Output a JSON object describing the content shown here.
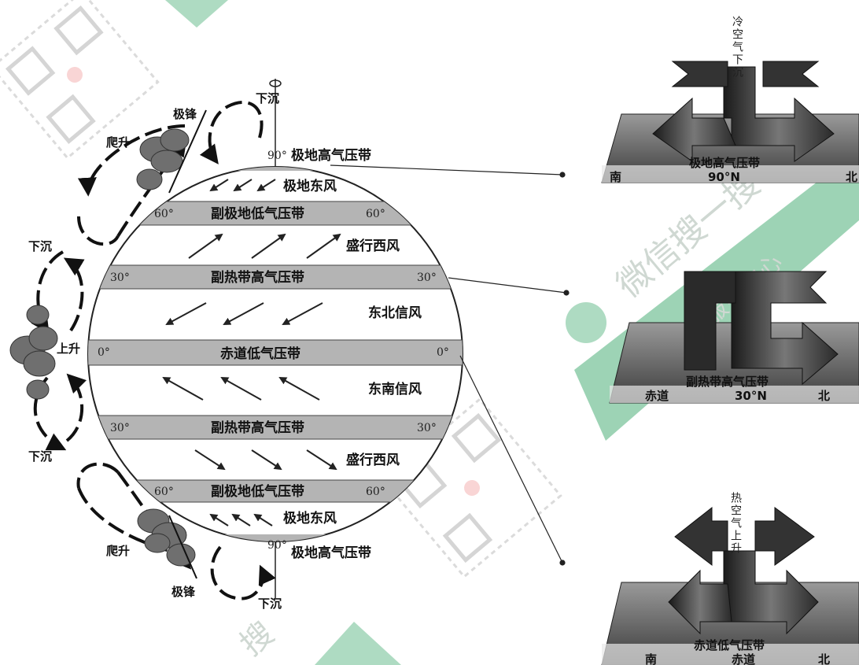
{
  "globe": {
    "belts": {
      "polar_high_n": "极地高气压带",
      "subpolar_low_n": "副极地低气压带",
      "subtropical_high_n": "副热带高气压带",
      "equatorial_low": "赤道低气压带",
      "subtropical_high_s": "副热带高气压带",
      "subpolar_low_s": "副极地低气压带",
      "polar_high_s": "极地高气压带"
    },
    "winds": {
      "polar_easterly_n": "极地东风",
      "westerly_n": "盛行西风",
      "ne_trade": "东北信风",
      "se_trade": "东南信风",
      "westerly_s": "盛行西风",
      "polar_easterly_s": "极地东风"
    },
    "latitudes": {
      "n90": "90°",
      "n60": "60°",
      "n30": "30°",
      "eq": "0°",
      "s30": "30°",
      "s60": "60°",
      "s90": "90°"
    }
  },
  "circulation": {
    "sink_top": "下沉",
    "rise_n": "爬升",
    "front_n": "极锋",
    "sink_n30": "下沉",
    "rise_eq": "上升",
    "sink_s30": "下沉",
    "rise_s": "爬升",
    "front_s": "极锋",
    "sink_bottom": "下沉"
  },
  "panels": {
    "top": {
      "air_label": "冷空气下沉",
      "belt": "极地高气压带",
      "south": "南",
      "lat": "90°N",
      "north": "北"
    },
    "middle": {
      "belt": "副热带高气压带",
      "equator": "赤道",
      "lat": "30°N",
      "north": "北"
    },
    "bottom": {
      "air_label": "热空气上升",
      "belt": "赤道低气压带",
      "south": "南",
      "equator": "赤道",
      "north": "北"
    }
  },
  "watermark": {
    "text": "微信搜一搜",
    "service": "广东省成考服务中心",
    "search": "搜"
  },
  "colors": {
    "belt": "#b4b4b4",
    "outline": "#222222",
    "watermark_green": "#4caf78"
  }
}
